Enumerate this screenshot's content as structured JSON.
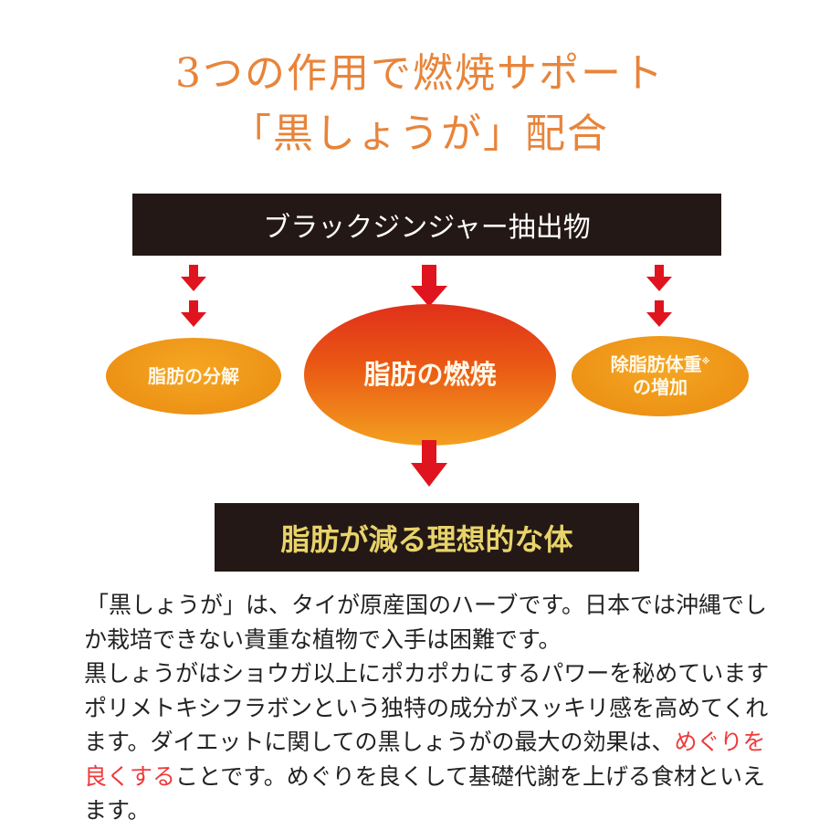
{
  "title": {
    "line1": "3つの作用で燃焼サポート",
    "line2": "「黒しょうが」配合"
  },
  "diagram": {
    "source": "ブラックジンジャー抽出物",
    "effects": [
      {
        "label": "脂肪の分解"
      },
      {
        "label": "脂肪の燃焼"
      },
      {
        "label_line1": "除脂肪体重",
        "mark": "※",
        "label_line2": "の増加"
      }
    ],
    "result": "脂肪が減る理想的な体",
    "colors": {
      "box": "#231815",
      "arrow": "#e0141e",
      "result_text": "#e8d36a",
      "title": "#e8843a"
    }
  },
  "body": {
    "lines": [
      "「黒しょうが」は、タイが原産国のハーブです。日本では沖縄でし",
      "か栽培できない貴重な植物で入手は困難です。",
      "黒しょうがはショウガ以上にポカポカにするパワーを秘めています",
      "ポリメトキシフラボンという独特の成分がスッキリ感を高めてくれ"
    ],
    "line5_pre": "ます。ダイエットに関しての黒しょうがの最大の効果は、",
    "line5_highlight": "めぐりを",
    "line6_highlight": "良くする",
    "line6_post": "ことです。めぐりを良くして基礎代謝を上げる食材といえ",
    "line7": "ます。",
    "highlight_color": "#ee3b3b"
  }
}
